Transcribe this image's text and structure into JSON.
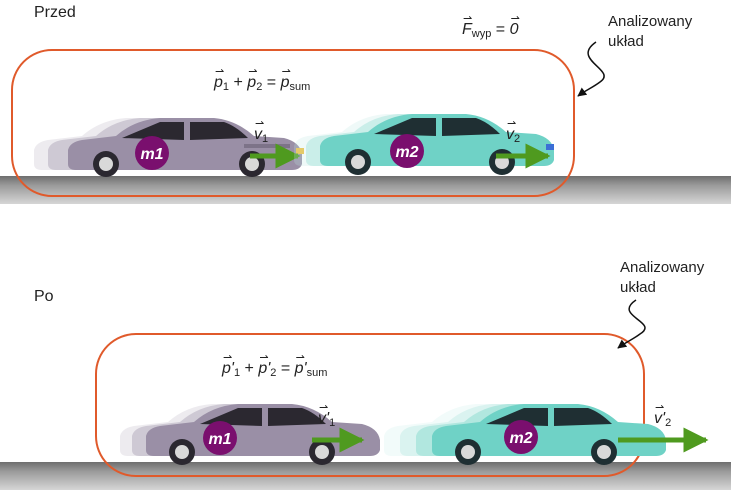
{
  "before": {
    "label": "Przed",
    "force": {
      "symbol": "F",
      "sub": "wyp",
      "equals": "=",
      "value": "0"
    },
    "system_label": [
      "Analizowany",
      "układ"
    ],
    "equation": {
      "p1": "p",
      "s1": "1",
      "plus": "+",
      "p2": "p",
      "s2": "2",
      "eq": "=",
      "psum": "p",
      "ssum": "sum"
    },
    "car1": {
      "mass": "m1",
      "vel": "v",
      "vsub": "1"
    },
    "car2": {
      "mass": "m2",
      "vel": "v",
      "vsub": "2"
    }
  },
  "after": {
    "label": "Po",
    "system_label": [
      "Analizowany",
      "układ"
    ],
    "equation": {
      "p1": "p'",
      "s1": "1",
      "plus": "+",
      "p2": "p'",
      "s2": "2",
      "eq": "=",
      "psum": "p'",
      "ssum": "sum"
    },
    "car1": {
      "mass": "m1",
      "vel": "v'",
      "vsub": "1"
    },
    "car2": {
      "mass": "m2",
      "vel": "v'",
      "vsub": "2"
    }
  },
  "colors": {
    "boundary": "#e05a2b",
    "ground": "#8a8a8a",
    "arrow": "#4f9a1f",
    "mass_circle": "#7a0f6e",
    "car_gray": "#9a8fa6",
    "car_teal": "#6fd2c6"
  }
}
